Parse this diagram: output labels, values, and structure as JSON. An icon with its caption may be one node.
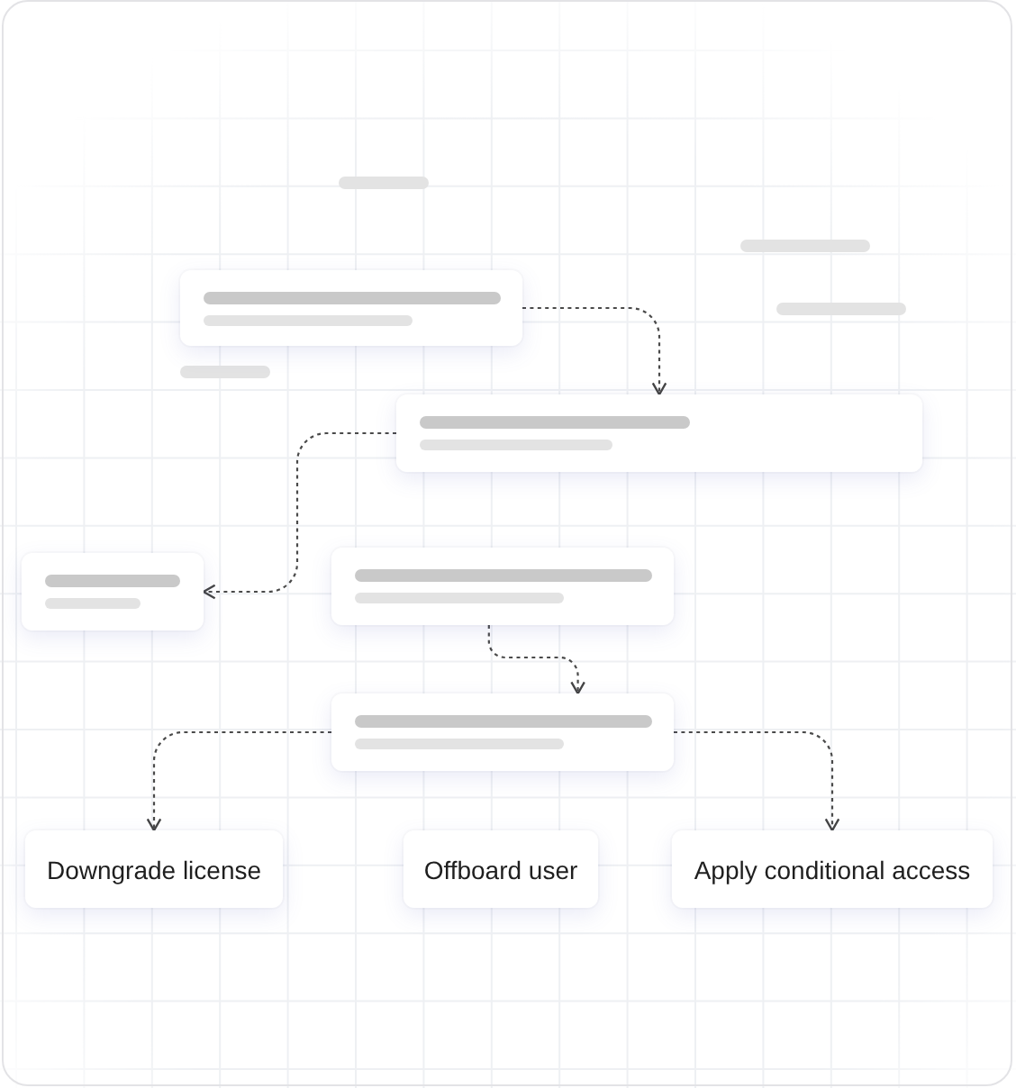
{
  "diagram": {
    "nodes": [
      {
        "text": [],
        "shape": "box"
      },
      {
        "text": [],
        "shape": "box"
      },
      {
        "text": [],
        "shape": "box"
      },
      {
        "text": [],
        "shape": "box"
      },
      {
        "text": [],
        "shape": "box"
      },
      {
        "text": [
          "Downgrade license"
        ]
      },
      {
        "text": [
          "Offboard user"
        ]
      },
      {
        "text": [
          "Apply conditional access"
        ]
      }
    ],
    "edges": [
      {
        "from": 0,
        "to": 1,
        "arrow": "to"
      },
      {
        "from": 1,
        "to": 2,
        "arrow": "to"
      },
      {
        "from": 3,
        "to": 4,
        "arrow": "to"
      },
      {
        "from": 4,
        "to": 5,
        "arrow": "to"
      },
      {
        "from": 4,
        "to": 7,
        "arrow": "to"
      }
    ]
  }
}
